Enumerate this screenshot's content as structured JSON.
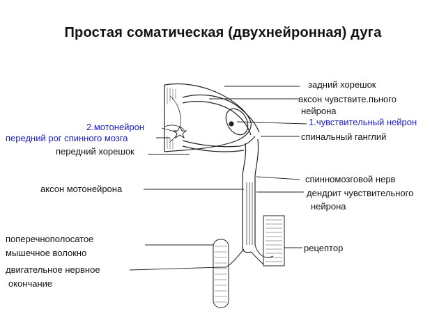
{
  "title": "Простая соматическая (двухнейронная) дуга",
  "colors": {
    "accent_label": "#1a1ad0",
    "text": "#111111",
    "line": "#222222"
  },
  "labels_right": {
    "posterior_root": "задний хорешок",
    "sensory_axon_1": "аксон чувствите.пьного",
    "sensory_axon_2": "нейрона",
    "sensory_neuron": "1.чувствительный нейрон",
    "spinal_ganglion": "спинальный ганглий",
    "spinal_nerve": "спинномозговой нерв",
    "sensory_dendrite_1": "дендрит чувствительного",
    "sensory_dendrite_2": "нейрона",
    "receptor": "рецептор"
  },
  "labels_left": {
    "motor_neuron": "2.мотонейрон",
    "anterior_horn": "передний рог спинного мозга",
    "anterior_root": "передний хорешок",
    "motor_axon": "аксон мотонейрона",
    "muscle_fiber_1": "поперечнополосатое",
    "muscle_fiber_2": "мышечное волокно",
    "motor_ending_1": "двигательное нервное",
    "motor_ending_2": "окончание"
  }
}
